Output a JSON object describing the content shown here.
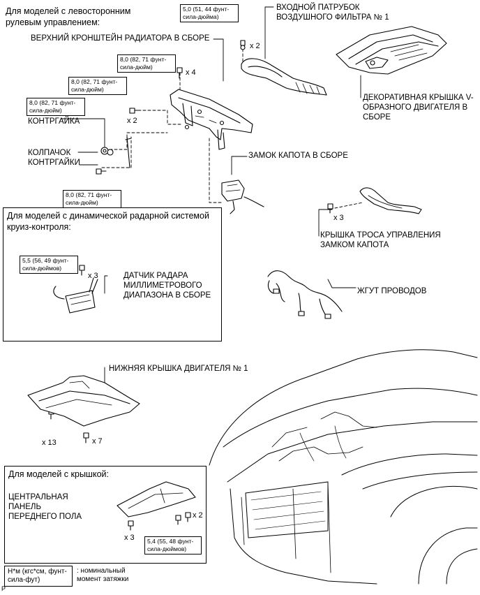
{
  "headers": {
    "lhd": "Для моделей с левосторонним рулевым управлением:",
    "radar": "Для моделей с динамической радарной системой круиз-контроля:",
    "cover": "Для моделей с крышкой:"
  },
  "parts": {
    "upper_bracket": "ВЕРХНИЙ КРОНШТЕЙН РАДИАТОРА В СБОРЕ",
    "air_intake": "ВХОДНОЙ ПАТРУБОК ВОЗДУШНОГО ФИЛЬТРА № 1",
    "v_cover": "ДЕКОРАТИВНАЯ КРЫШКА V-ОБРАЗНОГО ДВИГАТЕЛЯ В СБОРЕ",
    "locknut": "КОНТРГАЙКА",
    "locknut_cap": "КОЛПАЧОК КОНТРГАЙКИ",
    "hood_lock": "ЗАМОК КАПОТА В СБОРЕ",
    "hood_cable_cover": "КРЫШКА ТРОСА УПРАВЛЕНИЯ ЗАМКОМ КАПОТА",
    "radar_sensor": "ДАТЧИК РАДАРА МИЛЛИМЕТРОВОГО ДИАПАЗОНА В СБОРЕ",
    "wire_harness": "ЖГУТ ПРОВОДОВ",
    "under_cover": "НИЖНЯЯ КРЫШКА ДВИГАТЕЛЯ № 1",
    "center_panel": "ЦЕНТРАЛЬНАЯ ПАНЕЛЬ ПЕРЕДНЕГО ПОЛА"
  },
  "torques": {
    "t_air_intake": "5,0 (51, 44 фунт-сила-дюйма)",
    "t_bracket_top": "8,0 (82, 71 фунт-сила-дюйм)",
    "t_bracket_mid": "8,0 (82, 71 фунт-сила-дюйм)",
    "t_locknut": "8,0 (82, 71 фунт-сила-дюйм)",
    "t_bottom_bolt": "8,0 (82, 71 фунт-сила-дюйм)",
    "t_radar": "5,5 (56, 49 фунт-сила-дюймов)",
    "t_panel": "5,4 (55, 48 фунт-сила-дюймов)"
  },
  "quantities": {
    "q_air": "x 2",
    "q_bracket": "x 4",
    "q_mid": "x 2",
    "q_cable": "x 3",
    "q_radar": "x 3",
    "q_cover13": "x 13",
    "q_cover7": "x 7",
    "q_panel2": "x 2",
    "q_panel3": "x 3"
  },
  "legend": {
    "unit": "Н*м (кгс*см, фунт-сила-фут)",
    "meaning": ": номинальный момент затяжки"
  },
  "corner_mark": "P"
}
